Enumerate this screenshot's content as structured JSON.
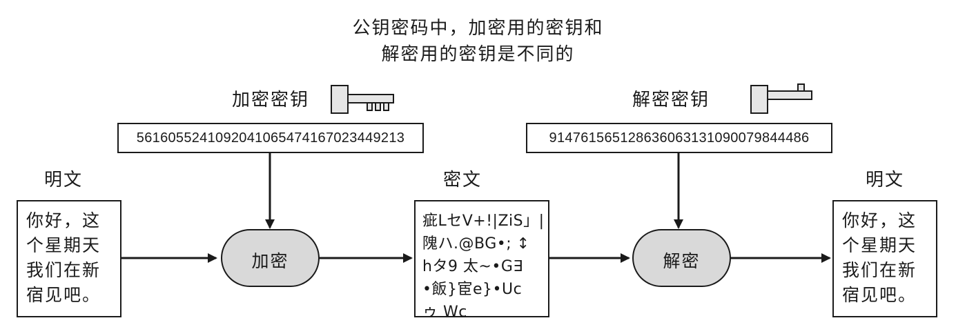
{
  "title": {
    "line1": "公钥密码中，加密用的密钥和",
    "line2": "解密用的密钥是不同的"
  },
  "encrypt_key": {
    "label": "加密密钥",
    "value": "561605524109204106547416702344921​3"
  },
  "decrypt_key": {
    "label": "解密密钥",
    "value": "914761565128636063131090079844486"
  },
  "plaintext_left": {
    "label": "明文",
    "lines": [
      "你好，这",
      "个星期天",
      "我们在新",
      "宿见吧。"
    ]
  },
  "ciphertext": {
    "label": "密文",
    "lines": [
      "疵LセV+!|ZiS」|",
      "隗ハ.@BG•; ↕",
      " hタ9 太~•G∃",
      "•飯}宦e}•Uc",
      "ゥ Wc"
    ]
  },
  "plaintext_right": {
    "label": "明文",
    "lines": [
      "你好，这",
      "个星期天",
      "我们在新",
      "宿见吧。"
    ]
  },
  "encrypt_process": {
    "label": "加密"
  },
  "decrypt_process": {
    "label": "解密"
  },
  "colors": {
    "pill_fill": "#d9d9d9",
    "key_fill": "#e6e6e6",
    "line": "#1a1a1a"
  },
  "icons": {
    "encrypt_key_icon": "key-icon",
    "decrypt_key_icon": "key-icon"
  }
}
